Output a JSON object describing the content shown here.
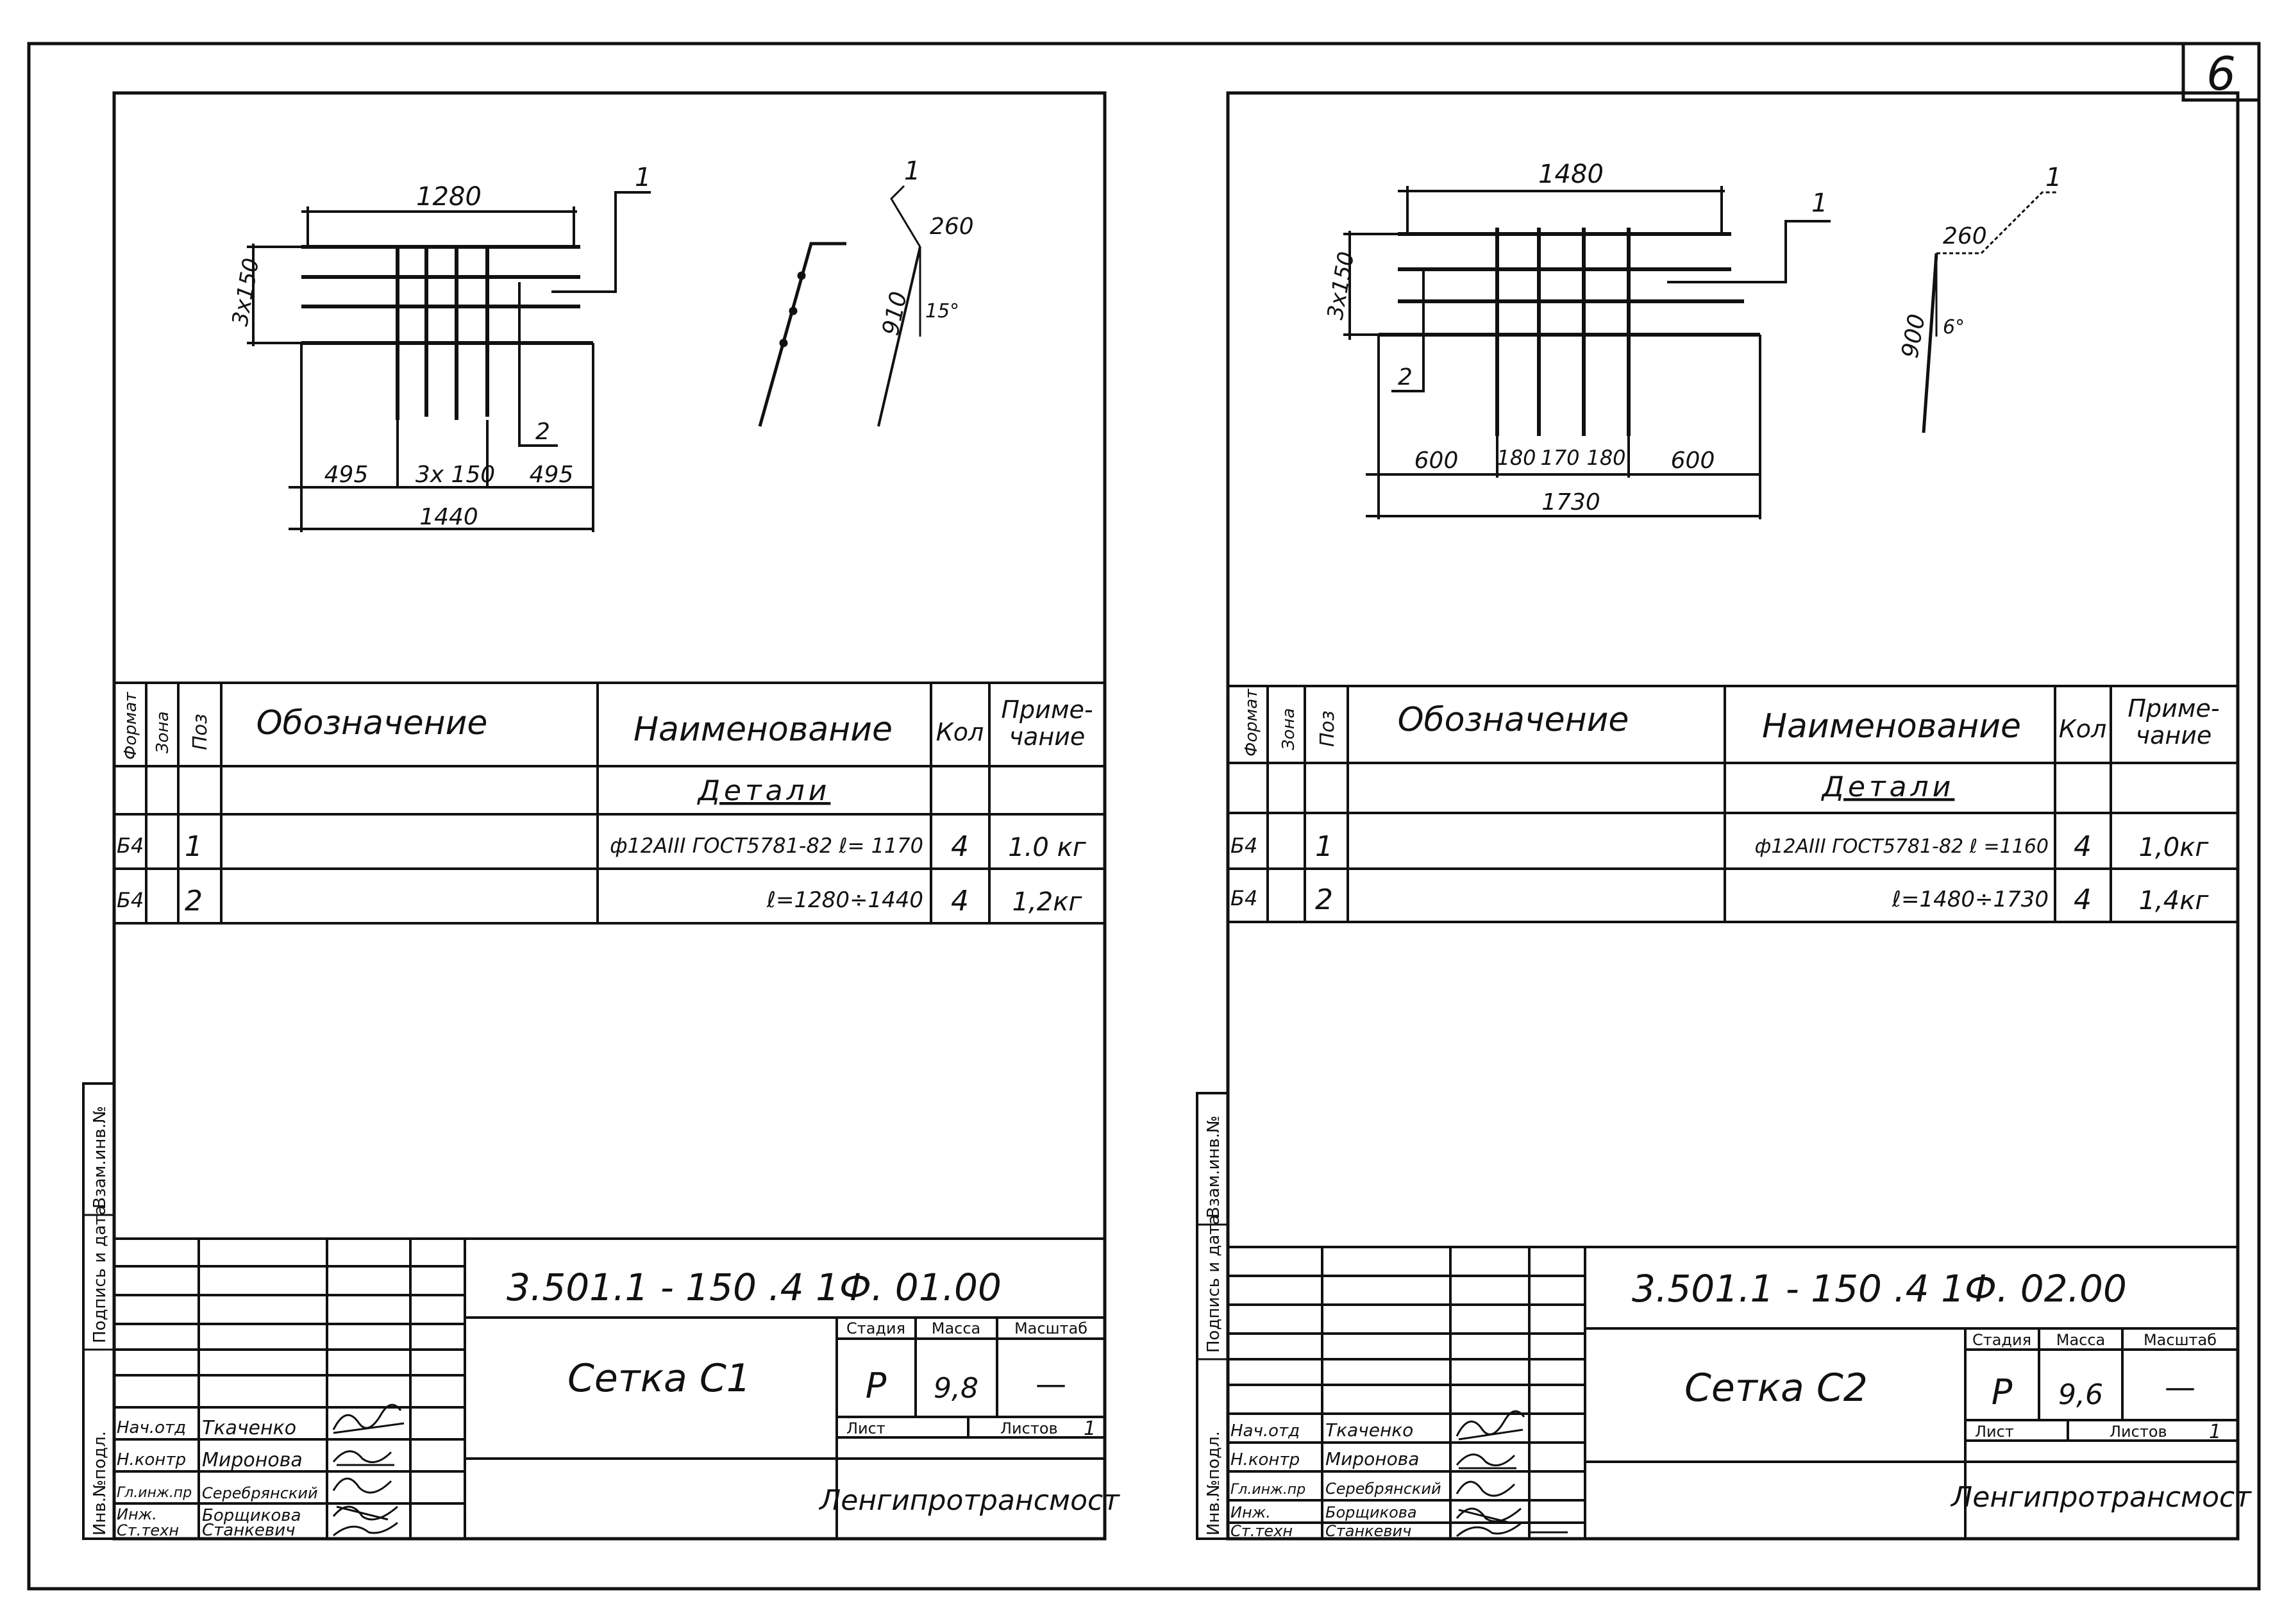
{
  "page_number": "6",
  "side_strip": {
    "labels": [
      "Инв.№подл.",
      "Подпись и дата",
      "Взам.инв.№"
    ]
  },
  "spec_headers": {
    "format": "Формат",
    "zone": "Зона",
    "pos": "Поз",
    "designation": "Обозначение",
    "name": "Наименование",
    "qty": "Кол",
    "note_line1": "Приме-",
    "note_line2": "чание"
  },
  "sheets": [
    {
      "drawing": {
        "dim_top": "1280",
        "dim_left": "3x150",
        "pos1": "1",
        "pos2": "2",
        "dim_bot1": "495",
        "dim_bot2": "3x 150",
        "dim_bot3": "495",
        "dim_total": "1440",
        "side_pos": "1",
        "side_top": "260",
        "side_len": "910",
        "side_angle": "15°"
      },
      "spec": {
        "section": "Детали",
        "rows": [
          {
            "format": "Б4",
            "pos": "1",
            "name": "ф12АIII ГОСТ5781-82 ℓ= 1170",
            "qty": "4",
            "note": "1.0 кг"
          },
          {
            "format": "Б4",
            "pos": "2",
            "name": "ℓ=1280÷1440",
            "qty": "4",
            "note": "1,2кг"
          }
        ]
      },
      "title_block": {
        "code": "3.501.1 - 150 .4  1Ф. 01.00",
        "title": "Сетка С1",
        "stage_label": "Стадия",
        "mass_label": "Масса",
        "scale_label": "Масштаб",
        "stage": "Р",
        "mass": "9,8",
        "scale": "—",
        "sheet_label": "Лист",
        "sheets_label": "Листов",
        "sheets_value": "1",
        "org": "Ленгипротрансмост",
        "people": [
          {
            "role": "Нач.отд",
            "name": "Ткаченко"
          },
          {
            "role": "Н.контр",
            "name": "Миронова"
          },
          {
            "role": "Гл.инж.пр",
            "name": "Серебрянский"
          },
          {
            "role": "Инж.",
            "name": "Борщикова"
          },
          {
            "role": "Ст.техн",
            "name": "Станкевич"
          }
        ]
      }
    },
    {
      "drawing": {
        "dim_top": "1480",
        "dim_left": "3x150",
        "pos1": "1",
        "pos2": "2",
        "dim_bot1": "600",
        "dim_bot2": "180",
        "dim_bot3": "170",
        "dim_bot4": "180",
        "dim_bot5": "600",
        "dim_total": "1730",
        "side_pos": "1",
        "side_top": "260",
        "side_len": "900",
        "side_angle": "6°"
      },
      "spec": {
        "section": "Детали",
        "rows": [
          {
            "format": "Б4",
            "pos": "1",
            "name": "ф12АIII ГОСТ5781-82 ℓ =1160",
            "qty": "4",
            "note": "1,0кг"
          },
          {
            "format": "Б4",
            "pos": "2",
            "name": "ℓ=1480÷1730",
            "qty": "4",
            "note": "1,4кг"
          }
        ]
      },
      "title_block": {
        "code": "3.501.1 - 150 .4   1Ф. 02.00",
        "title": "Сетка С2",
        "stage_label": "Стадия",
        "mass_label": "Масса",
        "scale_label": "Масштаб",
        "stage": "Р",
        "mass": "9,6",
        "scale": "—",
        "sheet_label": "Лист",
        "sheets_label": "Листов",
        "sheets_value": "1",
        "org": "Ленгипротрансмост",
        "people": [
          {
            "role": "Нач.отд",
            "name": "Ткаченко"
          },
          {
            "role": "Н.контр",
            "name": "Миронова"
          },
          {
            "role": "Гл.инж.пр",
            "name": "Серебрянский"
          },
          {
            "role": "Инж.",
            "name": "Борщикова"
          },
          {
            "role": "Ст.техн",
            "name": "Станкевич"
          }
        ]
      }
    }
  ]
}
